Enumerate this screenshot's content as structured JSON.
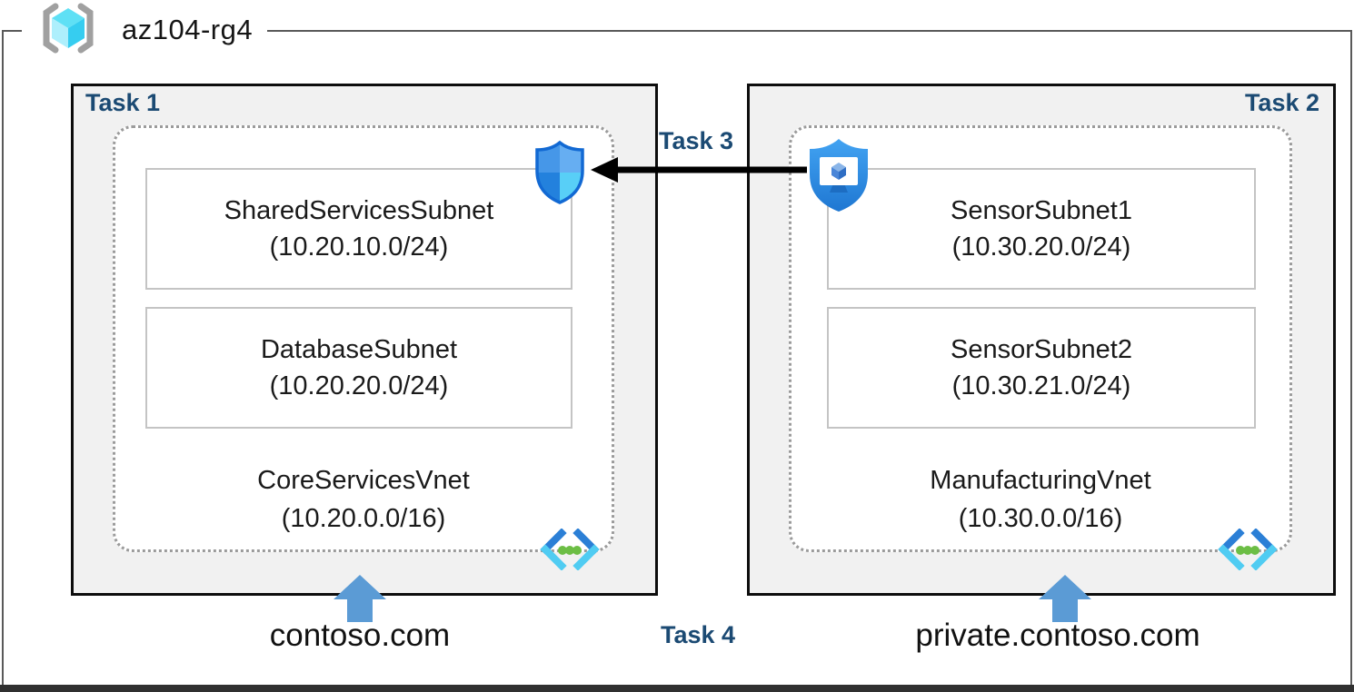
{
  "resource_group": {
    "name": "az104-rg4"
  },
  "tasks": {
    "task1": "Task 1",
    "task2": "Task 2",
    "task3": "Task 3",
    "task4": "Task 4"
  },
  "left_vnet": {
    "name": "CoreServicesVnet",
    "cidr": "(10.20.0.0/16)",
    "dns_label": "contoso.com",
    "subnets": [
      {
        "name": "SharedServicesSubnet",
        "cidr": "(10.20.10.0/24)"
      },
      {
        "name": "DatabaseSubnet",
        "cidr": "(10.20.20.0/24)"
      }
    ]
  },
  "right_vnet": {
    "name": "ManufacturingVnet",
    "cidr": "(10.30.0.0/16)",
    "dns_label": "private.contoso.com",
    "subnets": [
      {
        "name": "SensorSubnet1",
        "cidr": "(10.30.20.0/24)"
      },
      {
        "name": "SensorSubnet2",
        "cidr": "(10.30.21.0/24)"
      }
    ]
  },
  "icons": {
    "resource_group": "resource-group-icon",
    "network_security_group": "nsg-shield-icon",
    "bastion": "bastion-icon",
    "virtual_network": "virtual-network-icon",
    "up_arrow": "up-arrow-icon",
    "peering_arrow": "left-arrow-icon"
  },
  "colors": {
    "task_label_navy": "#1b4a73",
    "task_box_fill": "#f1f1f1",
    "task_box_border": "#0d0d0d",
    "frame_border": "#595959",
    "bottom_bar": "#303030",
    "dotted_border": "#9b9b9b",
    "subnet_border": "#c4c4c4",
    "up_arrow_blue": "#5b9bd5",
    "peering_arrow": "#000000",
    "cube_cyan": "#50e6ff",
    "shield_blue": "#2381dd",
    "vnet_green_dots": "#6cbe45"
  }
}
